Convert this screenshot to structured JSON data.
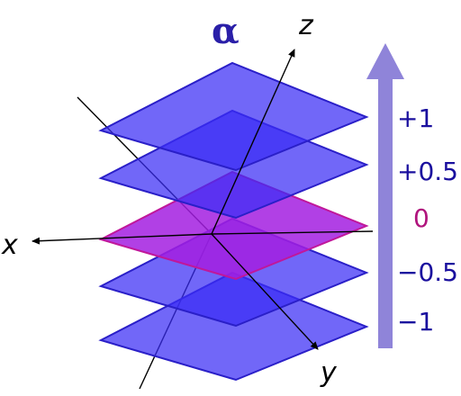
{
  "symbol": "α",
  "axes": {
    "x": "x",
    "y": "y",
    "z": "z"
  },
  "levels": [
    {
      "label": "+1",
      "value": 1
    },
    {
      "label": "+0.5",
      "value": 0.5
    },
    {
      "label": "0",
      "value": 0
    },
    {
      "label": "−0.5",
      "value": -0.5
    },
    {
      "label": "−1",
      "value": -1
    }
  ],
  "colors": {
    "plane_fill": "#3a2df5",
    "plane_stroke": "#2a1fc8",
    "zero_plane_fill": "#a31ee0",
    "zero_plane_stroke": "#c0179a",
    "label_color": "#1a0f9e",
    "zero_label_color": "#b0147d",
    "arrow_color": "#8f84d9"
  }
}
